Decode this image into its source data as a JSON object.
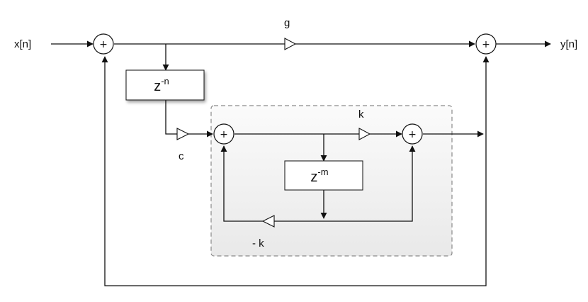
{
  "labels": {
    "input": "x[n]",
    "output": "y[n]",
    "gain_g": "g",
    "gain_c": "c",
    "gain_k": "k",
    "gain_neg_k": "- k",
    "sum_symbol": "+"
  },
  "delays": {
    "outer": {
      "base": "z",
      "exponent": "-n"
    },
    "inner": {
      "base": "z",
      "exponent": "-m"
    }
  }
}
